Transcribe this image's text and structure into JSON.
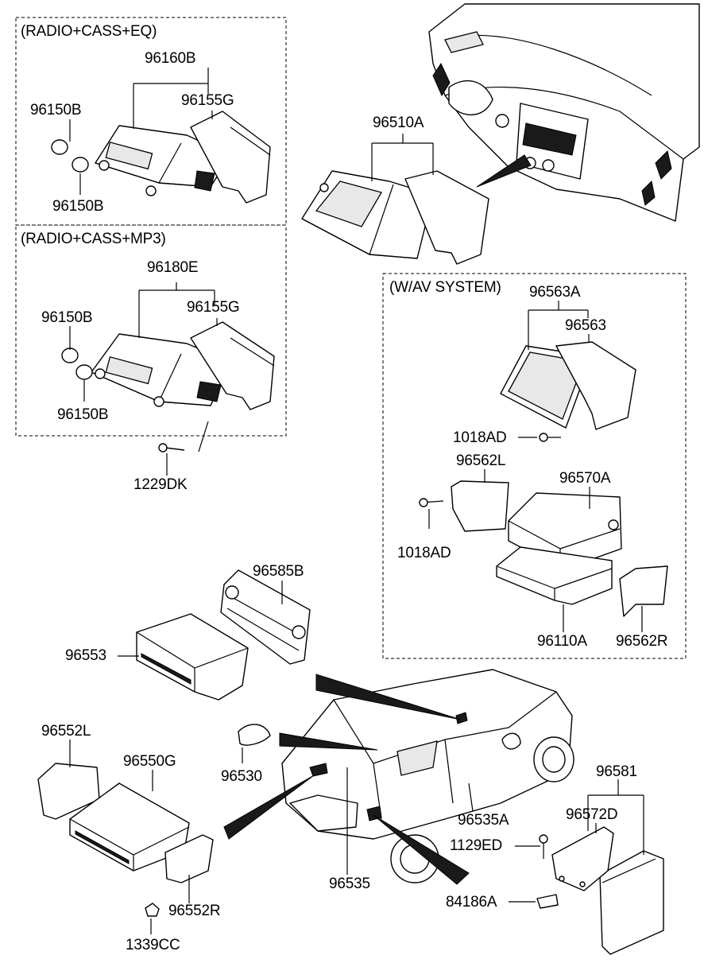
{
  "sections": {
    "eq_title": "(RADIO+CASS+EQ)",
    "mp3_title": "(RADIO+CASS+MP3)",
    "av_title": "(W/AV SYSTEM)"
  },
  "parts": {
    "p96160B": "96160B",
    "p96155G_a": "96155G",
    "p96150B_a": "96150B",
    "p96150B_b": "96150B",
    "p96180E": "96180E",
    "p96155G_b": "96155G",
    "p96150B_c": "96150B",
    "p96150B_d": "96150B",
    "p1229DK": "1229DK",
    "p96510A": "96510A",
    "p96563A": "96563A",
    "p96563": "96563",
    "p1018AD_a": "1018AD",
    "p96562L": "96562L",
    "p96570A": "96570A",
    "p1018AD_b": "1018AD",
    "p96110A": "96110A",
    "p96562R": "96562R",
    "p96585B": "96585B",
    "p96553": "96553",
    "p96552L": "96552L",
    "p96550G": "96550G",
    "p96530": "96530",
    "p96535A": "96535A",
    "p96581": "96581",
    "p96572D": "96572D",
    "p1129ED": "1129ED",
    "p84186A": "84186A",
    "p96535": "96535",
    "p96552R": "96552R",
    "p1339CC": "1339CC"
  }
}
